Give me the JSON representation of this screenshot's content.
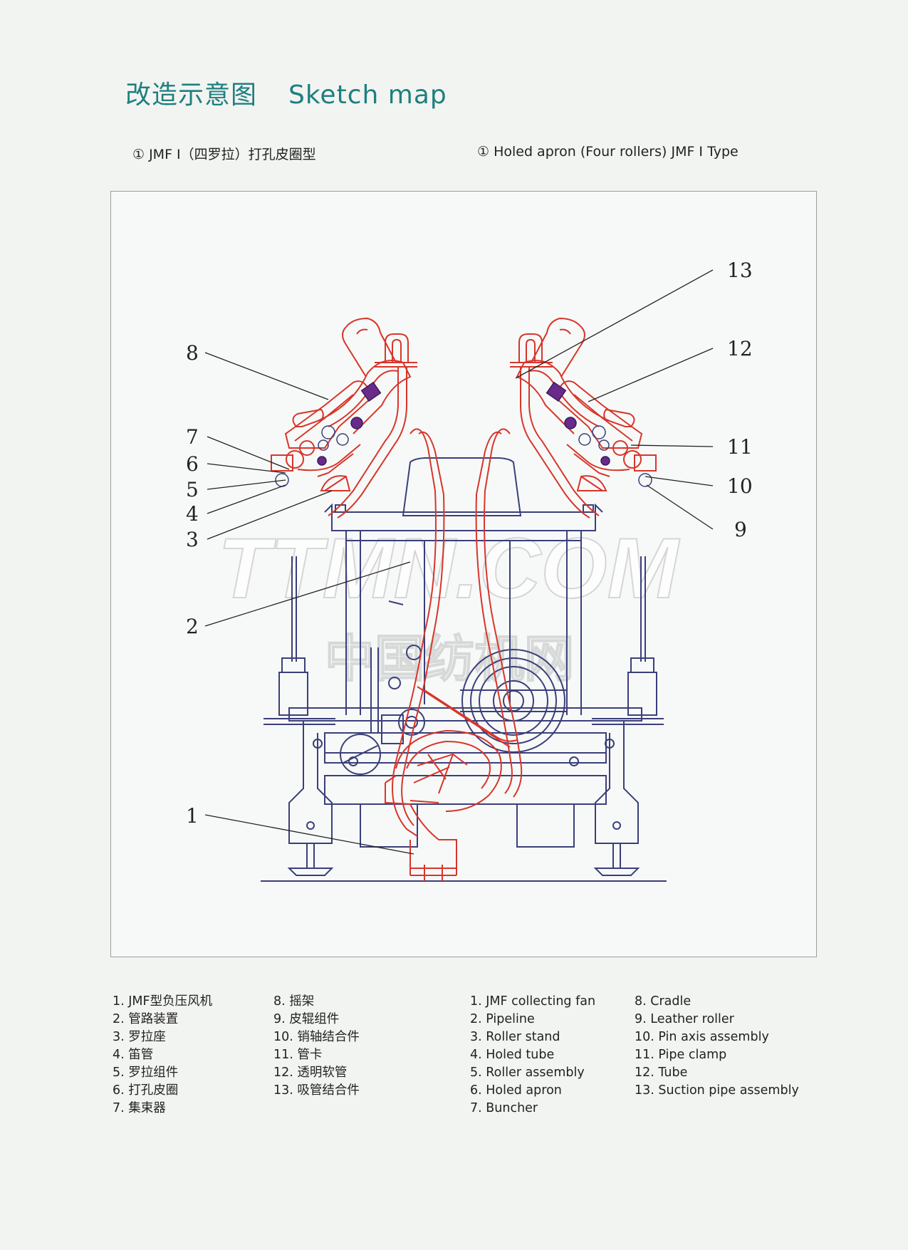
{
  "header": {
    "title_cn": "改造示意图",
    "title_en": "Sketch map",
    "subtitle_cn": "① JMF Ⅰ（四罗拉）打孔皮圈型",
    "subtitle_en": "① Holed apron (Four rollers) JMF Ⅰ  Type"
  },
  "diagram": {
    "callouts": [
      "1",
      "2",
      "3",
      "4",
      "5",
      "6",
      "7",
      "8",
      "9",
      "10",
      "11",
      "12",
      "13"
    ],
    "watermark_en": "TTMN.COM",
    "watermark_cn": "中国纺机网",
    "colors": {
      "frame": "#3a3f7a",
      "overlay": "#d8352a",
      "accent": "#6a2a8a"
    }
  },
  "legend": {
    "cn": [
      "1. JMF型负压风机",
      "2. 管路装置",
      "3. 罗拉座",
      "4. 笛管",
      "5. 罗拉组件",
      "6. 打孔皮圈",
      "7. 集束器",
      "8. 摇架",
      "9. 皮辊组件",
      "10. 销轴结合件",
      "11. 管卡",
      "12. 透明软管",
      "13. 吸管结合件"
    ],
    "en": [
      "1. JMF collecting fan",
      "2. Pipeline",
      "3. Roller stand",
      "4. Holed tube",
      "5. Roller assembly",
      "6. Holed apron",
      "7. Buncher",
      "8. Cradle",
      "9. Leather roller",
      "10. Pin axis assembly",
      "11. Pipe clamp",
      "12. Tube",
      "13. Suction pipe assembly"
    ]
  }
}
